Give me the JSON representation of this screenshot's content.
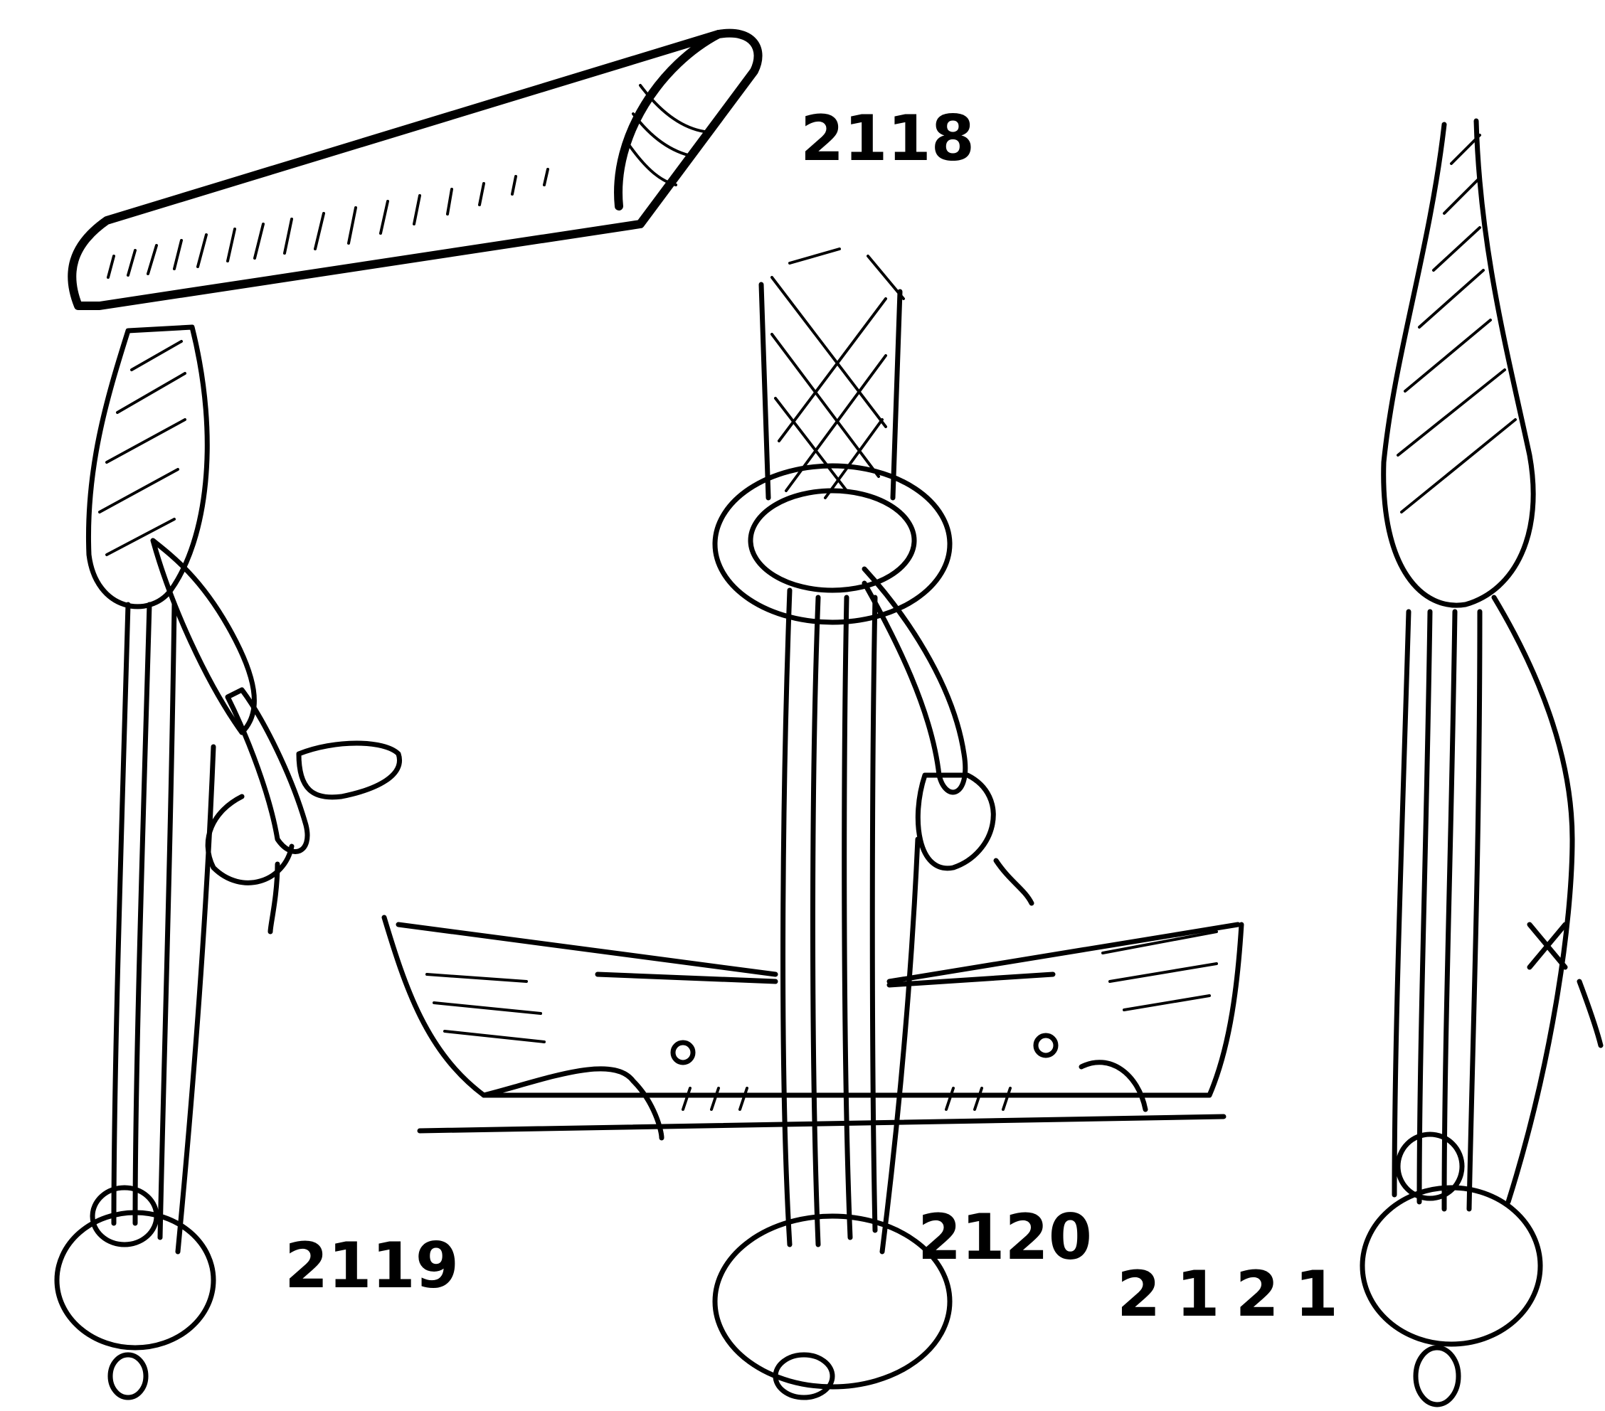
{
  "figures": [
    {
      "id": "fig-2118",
      "label": "2118"
    },
    {
      "id": "fig-2119",
      "label": "2119"
    },
    {
      "id": "fig-2120",
      "label": "2120"
    },
    {
      "id": "fig-2121",
      "label": "2121"
    }
  ],
  "colors": {
    "ink": "#000000",
    "paper": "#ffffff"
  }
}
